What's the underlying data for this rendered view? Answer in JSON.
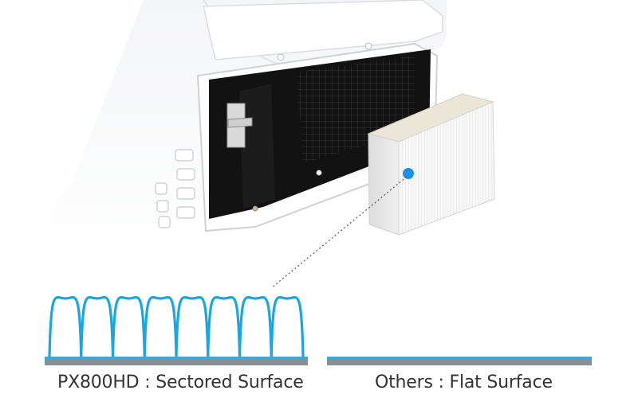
{
  "captions": {
    "sectored": "PX800HD : Sectored Surface",
    "flat": "Others : Flat Surface"
  },
  "wave": {
    "peaks": 8
  },
  "colors": {
    "wave": "#1aa6e0",
    "base_line": "#3aa9d9",
    "base_gray": "#8a8f96",
    "dot": "#1e90e8",
    "caption_text": "#333333"
  }
}
